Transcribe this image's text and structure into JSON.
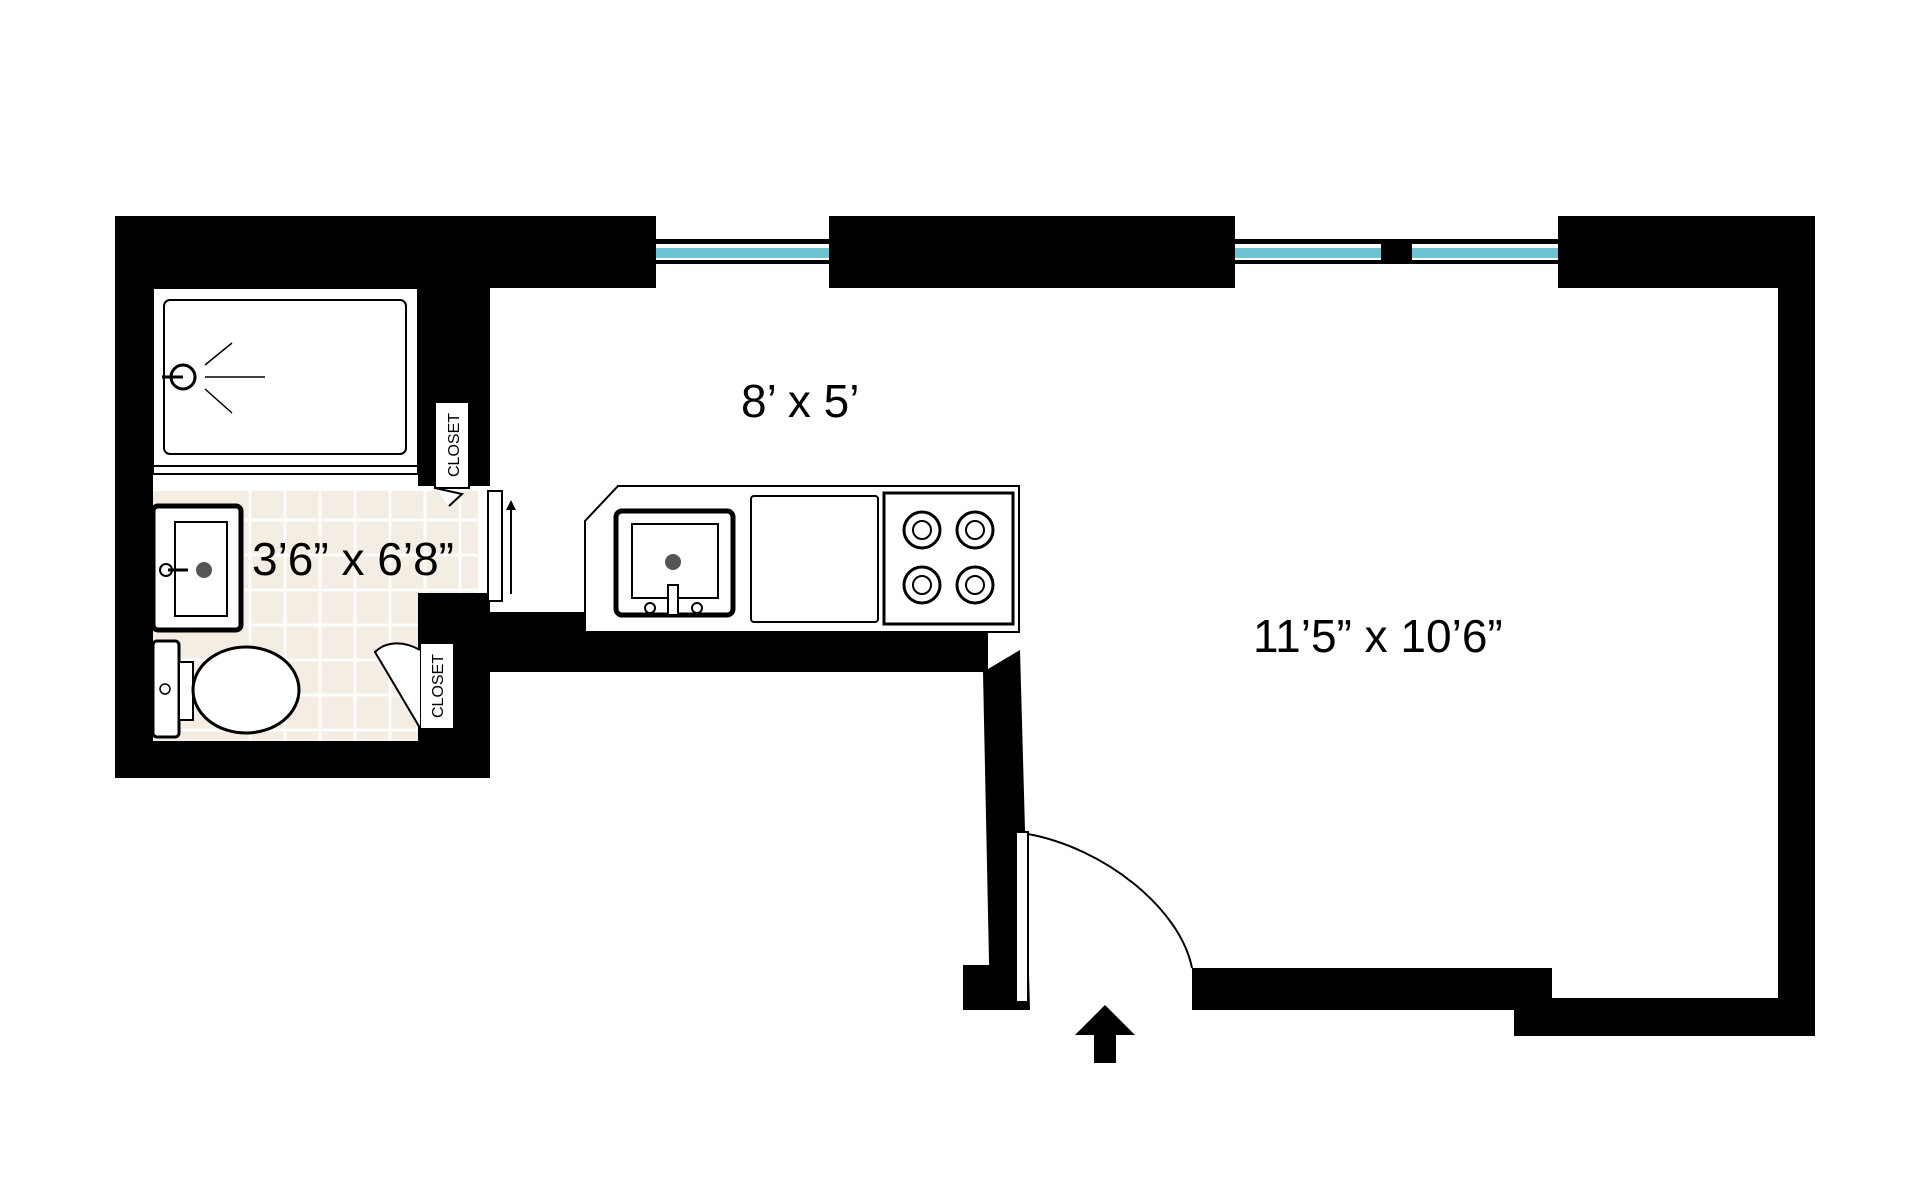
{
  "rooms": {
    "kitchen": {
      "label": "8’ x 5’"
    },
    "main": {
      "label": "11’5” x 10’6”"
    },
    "bathroom": {
      "label": "3’6” x 6’8”"
    }
  },
  "closets": {
    "upper": {
      "label": "CLOSET"
    },
    "lower": {
      "label": "CLOSET"
    }
  },
  "colors": {
    "wall": "#000000",
    "window_glass": "#6ec3d2",
    "bath_floor": "#f3ede3"
  },
  "icons": [
    "entry-arrow-icon",
    "shower-icon",
    "sink-icon",
    "toilet-icon",
    "stove-icon",
    "door-swing-icon"
  ]
}
